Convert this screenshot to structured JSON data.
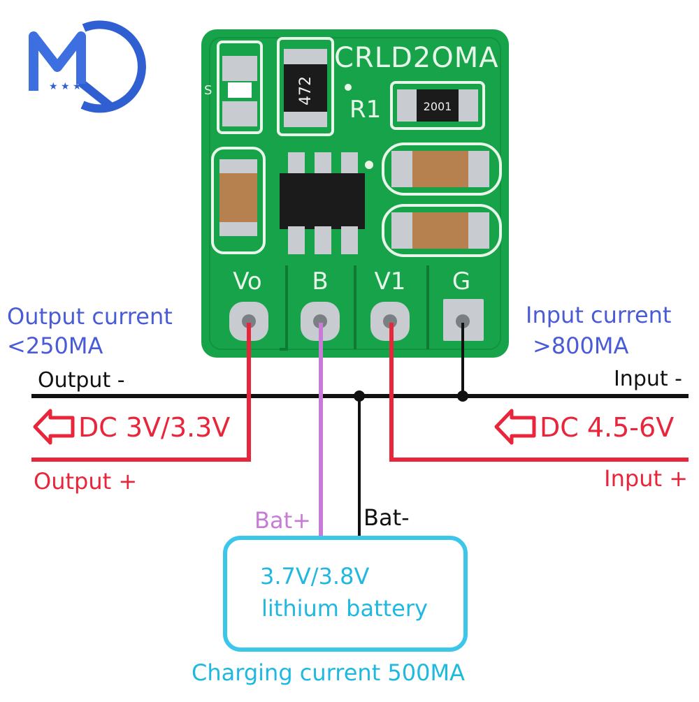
{
  "board": {
    "title": "CRLD2OMA",
    "r1_label": "R1",
    "resistor_top": "472",
    "resistor_r1": "2001",
    "led_mark": "S",
    "pins": [
      "Vo",
      "B",
      "V1",
      "G"
    ]
  },
  "labels": {
    "output_current_line1": "Output current",
    "output_current_line2": "<250MA",
    "input_current_line1": "Input current",
    "input_current_line2": ">800MA",
    "output_minus": "Output -",
    "input_minus": "Input -",
    "dc_out": "DC 3V/3.3V",
    "dc_in": "DC 4.5-6V",
    "output_plus": "Output +",
    "input_plus": "Input +",
    "bat_plus": "Bat+",
    "bat_minus": "Bat-",
    "battery_line1": "3.7V/3.8V",
    "battery_line2": "lithium battery",
    "charging": "Charging current 500MA"
  },
  "colors": {
    "board_green": "#16a34a",
    "board_dark": "#0e7a32",
    "wire_red": "#e8253a",
    "wire_purple": "#c77ad6",
    "wire_black": "#111111",
    "text_blue": "#4a5bd6",
    "text_cyan": "#1fb8e0",
    "box_cyan": "#3cc7ea",
    "logo_blue": "#2f5fd0"
  },
  "icons": {
    "logo": "mq-logo-icon",
    "arrow": "left-arrow-icon"
  }
}
